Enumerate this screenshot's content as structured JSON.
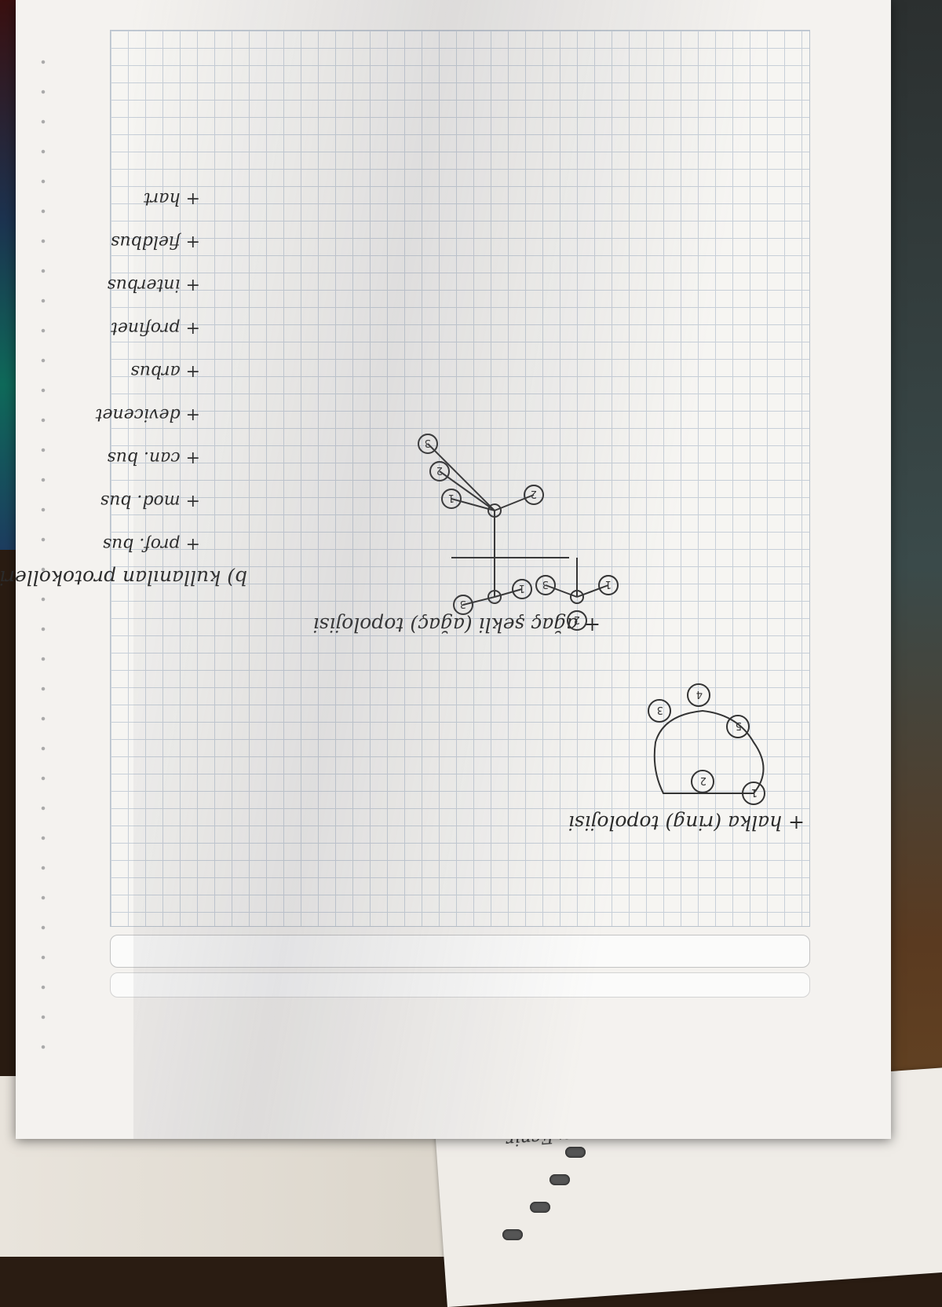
{
  "note": {
    "ring_title": "+ halka (ring) topolojisi",
    "tree_title": "+ ağaç şekli (ağaç) topolojisi",
    "section_b_title": "b) kullanılan protokolleri yaz",
    "protocols": [
      "+ prof. bus",
      "+ mod. bus",
      "+ can. bus",
      "+ devicenet",
      "+ arbus",
      "+ profinet",
      "+ interbus",
      "+ fieldbus",
      "+ hart"
    ],
    "ring_nodes": [
      "1",
      "2",
      "5",
      "4",
      "3"
    ],
    "tree_nodes": [
      "2",
      "1",
      "3",
      "1",
      "3",
      "2",
      "1",
      "2",
      "3"
    ]
  },
  "underlying_notebook": {
    "corner_text": "x Ecnir"
  }
}
